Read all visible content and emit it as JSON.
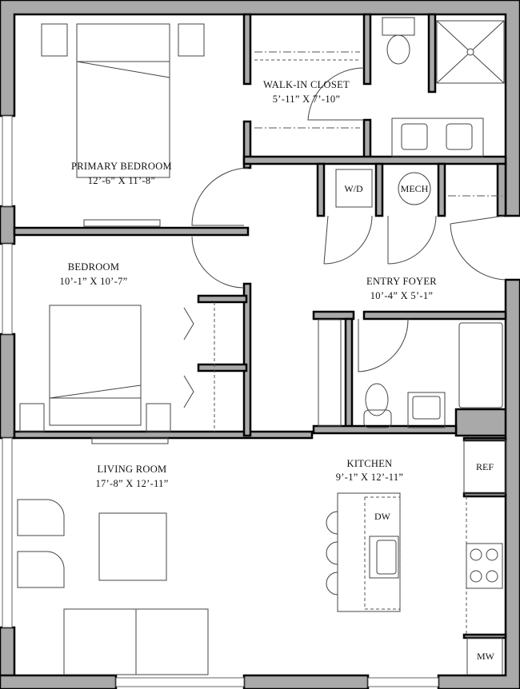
{
  "rooms": {
    "primary_bedroom": {
      "name": "PRIMARY BEDROOM",
      "size": "12’-6” X 11’-8”"
    },
    "walk_in_closet": {
      "name": "WALK-IN CLOSET",
      "size": "5’-11” X 7’-10”"
    },
    "bedroom": {
      "name": "BEDROOM",
      "size": "10’-1” X 10’-7”"
    },
    "entry_foyer": {
      "name": "ENTRY FOYER",
      "size": "10’-4” X 5’-1”"
    },
    "living_room": {
      "name": "LIVING ROOM",
      "size": "17’-8” X 12’-11”"
    },
    "kitchen": {
      "name": "KITCHEN",
      "size": "9’-1” X 12’-11”"
    }
  },
  "appliances": {
    "washer_dryer": "W/D",
    "mechanical": "MECH",
    "refrigerator": "REF",
    "dishwasher": "DW",
    "microwave": "MW"
  },
  "colors": {
    "wall": "#a9a9a9",
    "outline": "#000000"
  }
}
